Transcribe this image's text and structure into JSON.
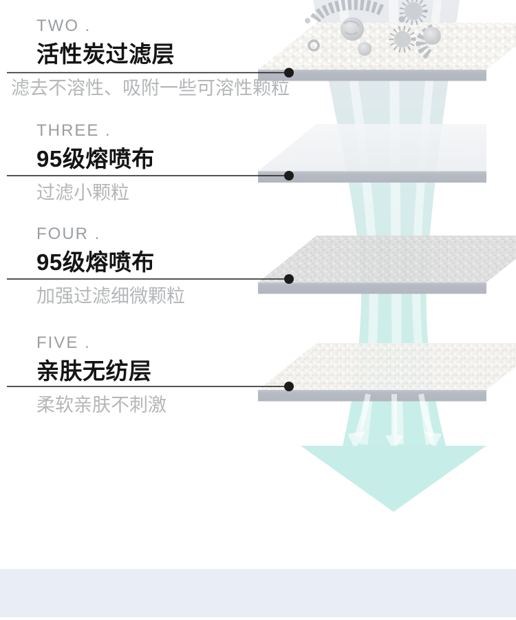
{
  "sections": [
    {
      "label": "TWO .",
      "title": "活性炭过滤层",
      "desc": "滤去不溶性、吸附一些可溶性颗粒"
    },
    {
      "label": "THREE .",
      "title": "95级熔喷布",
      "desc": "过滤小颗粒"
    },
    {
      "label": "FOUR .",
      "title": "95级熔喷布",
      "desc": "加强过滤细微颗粒"
    },
    {
      "label": "FIVE .",
      "title": "亲肤无纺层",
      "desc": "柔软亲肤不刺激"
    }
  ],
  "graphic": {
    "icons": [
      "bacteria-illustration",
      "airflow-funnel",
      "filter-layer",
      "down-arrow"
    ],
    "layer_count": 4,
    "colors": {
      "flow_gray_top": "#e8eaee",
      "flow_teal_bottom": "#c7ede9",
      "flow_stripe": "#ffffff",
      "layer_edge_gray": "#b6bac3",
      "arrowhead_teal": "#c7ede9",
      "leader_line_black": "#1c1c1c",
      "label_gray": "#9b9ea1",
      "title_black": "#141414",
      "desc_gray": "#b4b6b8",
      "footer_band": "#e9edf6"
    }
  }
}
